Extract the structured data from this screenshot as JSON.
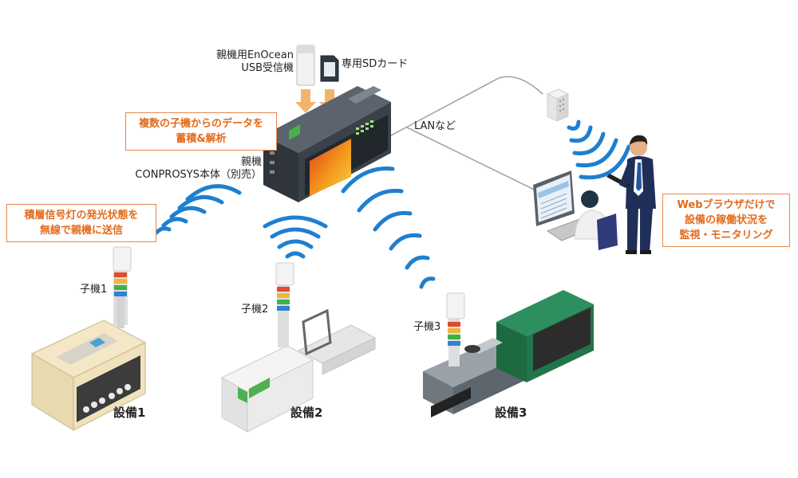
{
  "labels": {
    "receiver_line1": "親機用EnOcean",
    "receiver_line2": "USB受信機",
    "sd_card": "専用SDカード",
    "master_line1": "親機",
    "master_line2": "CONPROSYS本体（別売）",
    "lan": "LANなど",
    "child1": "子機1",
    "child2": "子機2",
    "child3": "子機3",
    "equip1": "設備1",
    "equip2": "設備2",
    "equip3": "設備3"
  },
  "callouts": {
    "accumulate_line1": "複数の子機からのデータを",
    "accumulate_line2": "蓄積&解析",
    "transmit_line1": "積層信号灯の発光状態を",
    "transmit_line2": "無線で親機に送信",
    "monitor_line1": "Webブラウザだけで",
    "monitor_line2": "設備の稼働状況を",
    "monitor_line3": "監視・モニタリング"
  },
  "colors": {
    "accent_orange": "#e36a1a",
    "wave_blue": "#1e7fd0",
    "network_gray": "#9a9a9a"
  }
}
